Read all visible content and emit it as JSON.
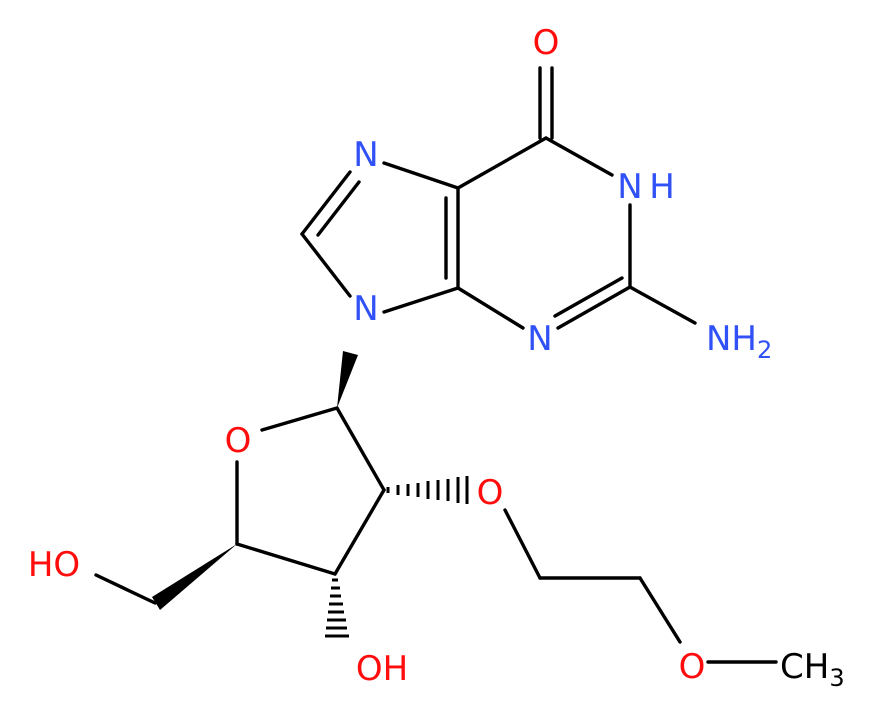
{
  "molecule": {
    "colors": {
      "nitrogen": "#3050F8",
      "oxygen": "#FF0D0D",
      "bond": "#000000"
    },
    "labels": {
      "o_carbonyl": "O",
      "nh_ring": "N",
      "nh_ring_h": "H",
      "n7": "N",
      "n9": "N",
      "n3": "N",
      "nh2": "NH",
      "nh2_sub": "2",
      "o_ring": "O",
      "o_ether": "O",
      "ho_left": "HO",
      "oh_bottom": "OH",
      "o_methoxy": "O",
      "ch3": "CH",
      "ch3_sub": "3"
    }
  }
}
